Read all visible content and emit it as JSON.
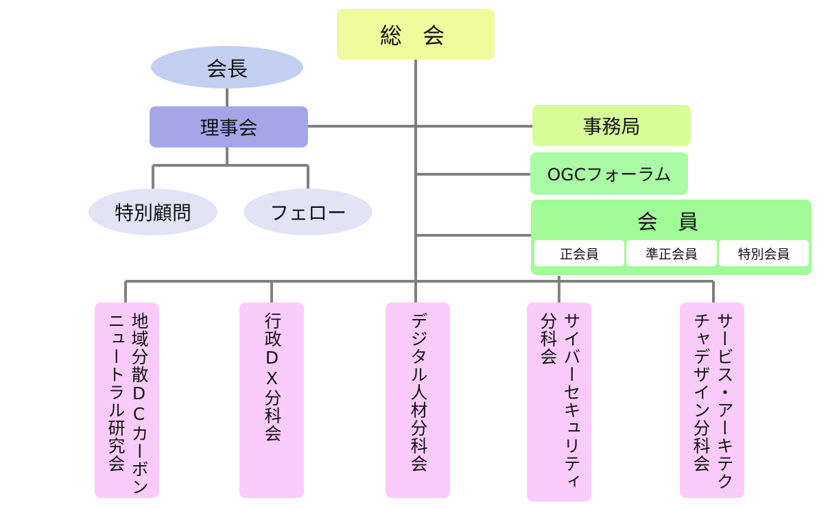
{
  "general_assembly": "総 会",
  "chairman": "会長",
  "board": "理事会",
  "special_advisor": "特別顧問",
  "fellow": "フェロー",
  "secretariat": "事務局",
  "ogc_forum": "OGCフォーラム",
  "members": {
    "title": "会 員",
    "types": [
      "正会員",
      "準正会員",
      "特別会員"
    ]
  },
  "groups": [
    "地域分散DCカーボン\nニュートラル研究会",
    "行政DX分科会",
    "デジタル人材分科会",
    "サイバーセキュリティ\n分科会",
    "サービス・アーキテク\nチャデザイン分科会"
  ],
  "colors": {
    "connector": "#808080",
    "general_assembly": "#eefc9e",
    "chairman": "#c3cff0",
    "board": "#a5a6e8",
    "advisor_fellow": "#e2e3f5",
    "secretariat": "#d8fc99",
    "ogc_forum": "#a9fba6",
    "members": "#a1fb97",
    "groups": "#fbcbfb"
  }
}
